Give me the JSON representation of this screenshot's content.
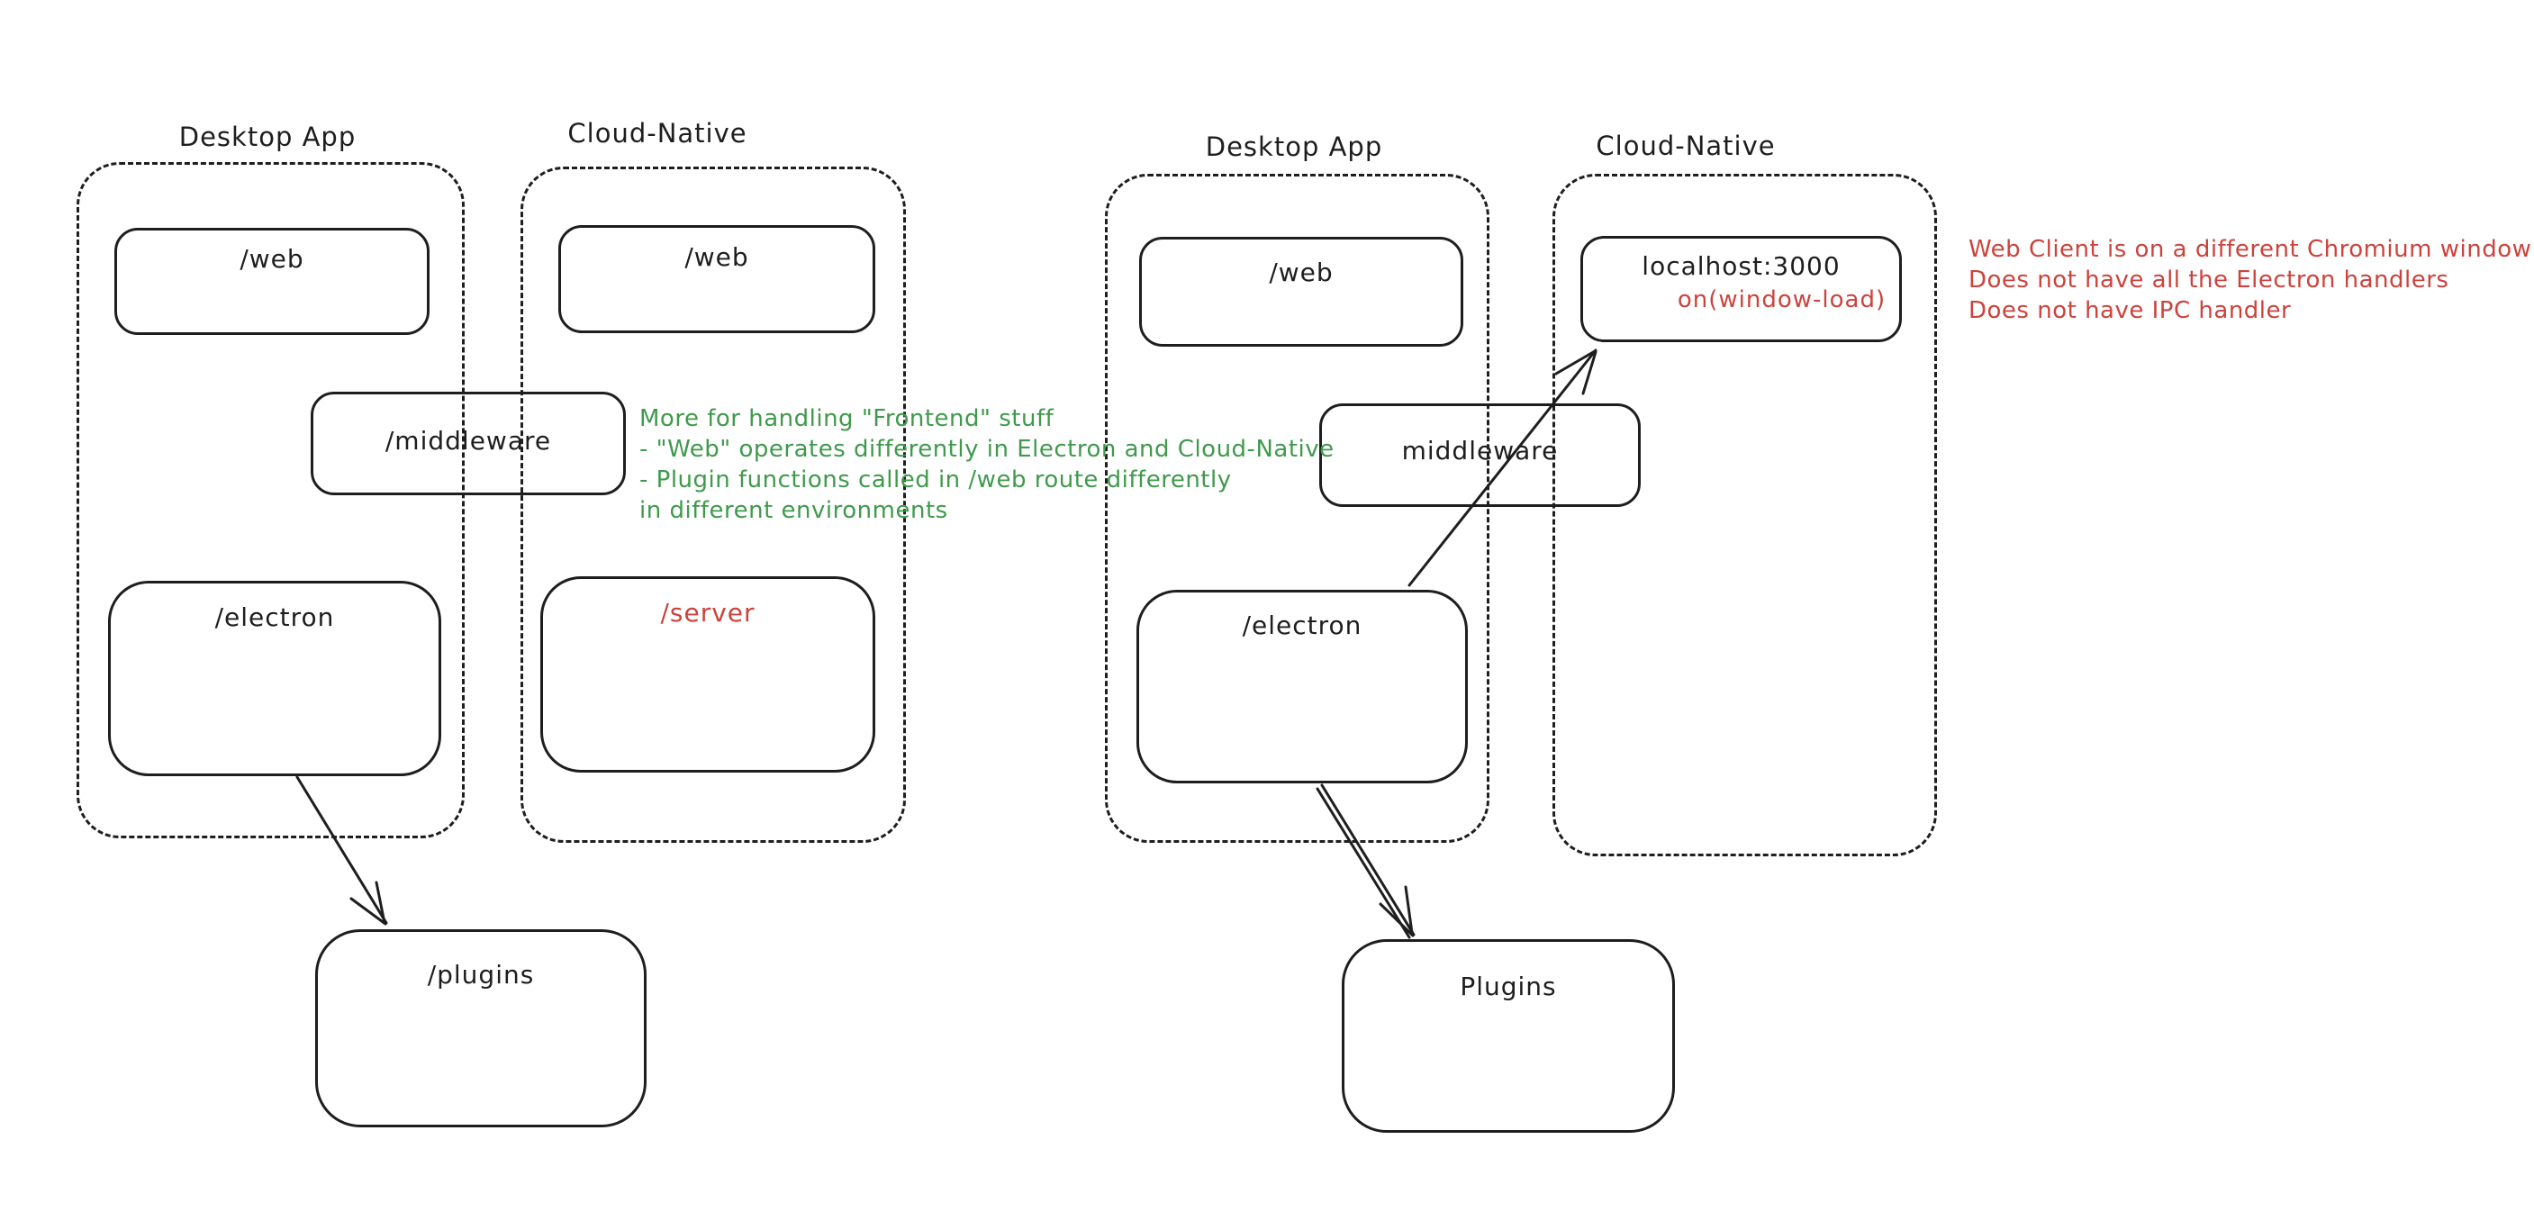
{
  "colors": {
    "ink": "#1e1e1e",
    "green_note": "#3f9a4c",
    "red_note": "#cc433d",
    "background": "#ffffff"
  },
  "left_diagram": {
    "desktop_container_label": "Desktop App",
    "cloud_container_label": "Cloud-Native",
    "desktop_web_box": "/web",
    "cloud_web_box": "/web",
    "middleware_box": "/middleware",
    "desktop_electron_box": "/electron",
    "cloud_server_box": "/server",
    "plugins_box": "/plugins",
    "green_note_lines": [
      "More for handling \"Frontend\" stuff",
      "- \"Web\" operates differently in Electron and Cloud-Native",
      "- Plugin functions called in /web route differently",
      "in different environments"
    ]
  },
  "right_diagram": {
    "desktop_container_label": "Desktop App",
    "cloud_container_label": "Cloud-Native",
    "desktop_web_box": "/web",
    "localhost_box_title": "localhost:3000",
    "localhost_box_sub": "on(window-load)",
    "middleware_box": "middleware",
    "desktop_electron_box": "/electron",
    "plugins_box": "Plugins",
    "red_note_lines": [
      "Web Client is on a different Chromium window",
      "Does not have all the Electron handlers",
      "Does not have IPC handler"
    ]
  }
}
